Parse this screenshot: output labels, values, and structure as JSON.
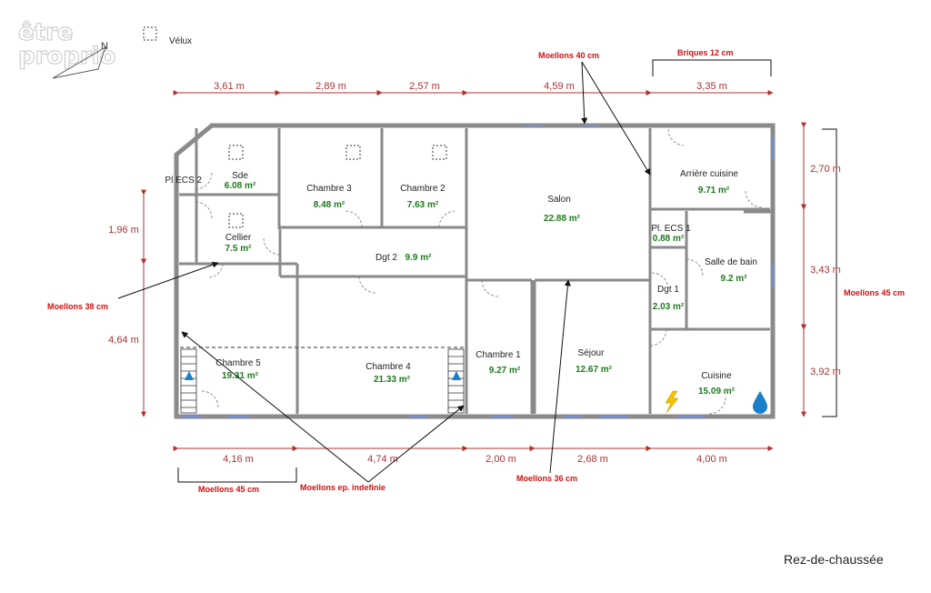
{
  "logo": {
    "line1": "être",
    "line2": "proprio",
    "north": "N"
  },
  "legend": {
    "velux": "Vélux"
  },
  "caption": "Rez-de-chaussée",
  "rooms": {
    "sde": {
      "name": "Sde",
      "area": "6.08 m²"
    },
    "cellier": {
      "name": "Cellier",
      "area": "7.5 m²"
    },
    "pl_ecs2": {
      "name": "Pl ECS 2"
    },
    "chambre3": {
      "name": "Chambre 3",
      "area": "8.48 m²"
    },
    "chambre2": {
      "name": "Chambre 2",
      "area": "7.63 m²"
    },
    "dgt2": {
      "name": "Dgt 2",
      "area": "9.9 m²"
    },
    "salon": {
      "name": "Salon",
      "area": "22.88 m²"
    },
    "arriere_cuisine": {
      "name": "Arrière cuisine",
      "area": "9.71 m²"
    },
    "pl_ecs1": {
      "name": "Pl. ECS 1",
      "area": "0.88 m²"
    },
    "salle_de_bain": {
      "name": "Salle de bain",
      "area": "9.2 m²"
    },
    "dgt1": {
      "name": "Dgt 1",
      "area": "2.03 m²"
    },
    "chambre5": {
      "name": "Chambre 5",
      "area": "19.31 m²"
    },
    "chambre4": {
      "name": "Chambre 4",
      "area": "21.33 m²"
    },
    "chambre1": {
      "name": "Chambre 1",
      "area": "9.27 m²"
    },
    "sejour": {
      "name": "Séjour",
      "area": "12.67 m²"
    },
    "cuisine": {
      "name": "Cuisine",
      "area": "15.09 m²"
    }
  },
  "dimensions": {
    "top": [
      "3,61 m",
      "2,89 m",
      "2,57 m",
      "4,59 m",
      "3,35 m"
    ],
    "bottom": [
      "4,16 m",
      "4,74 m",
      "2,00 m",
      "2,68 m",
      "4,00 m"
    ],
    "left": [
      "1,96 m",
      "4,64 m"
    ],
    "right": [
      "2,70 m",
      "3,43 m",
      "3,92 m"
    ]
  },
  "materials": {
    "moellons_40": "Moellons 40 cm",
    "briques_12": "Briques 12 cm",
    "moellons_38": "Moellons 38 cm",
    "moellons_45_right": "Moellons 45 cm",
    "moellons_45_bottom": "Moellons 45 cm",
    "moellons_indef": "Moellons ep. indefinie",
    "moellons_36": "Moellons 36 cm"
  },
  "colors": {
    "wall": "#8a8a8a",
    "dimension": "#b03030",
    "material_label": "#d01010",
    "area_label": "#1e7a1e",
    "window": "#7a8fd0",
    "electric_icon": "#f2c200",
    "water_icon": "#1a7fc8"
  },
  "icons": [
    "velux-icon",
    "north-arrow-icon",
    "stairs-icon",
    "electric-bolt-icon",
    "water-drop-icon"
  ]
}
